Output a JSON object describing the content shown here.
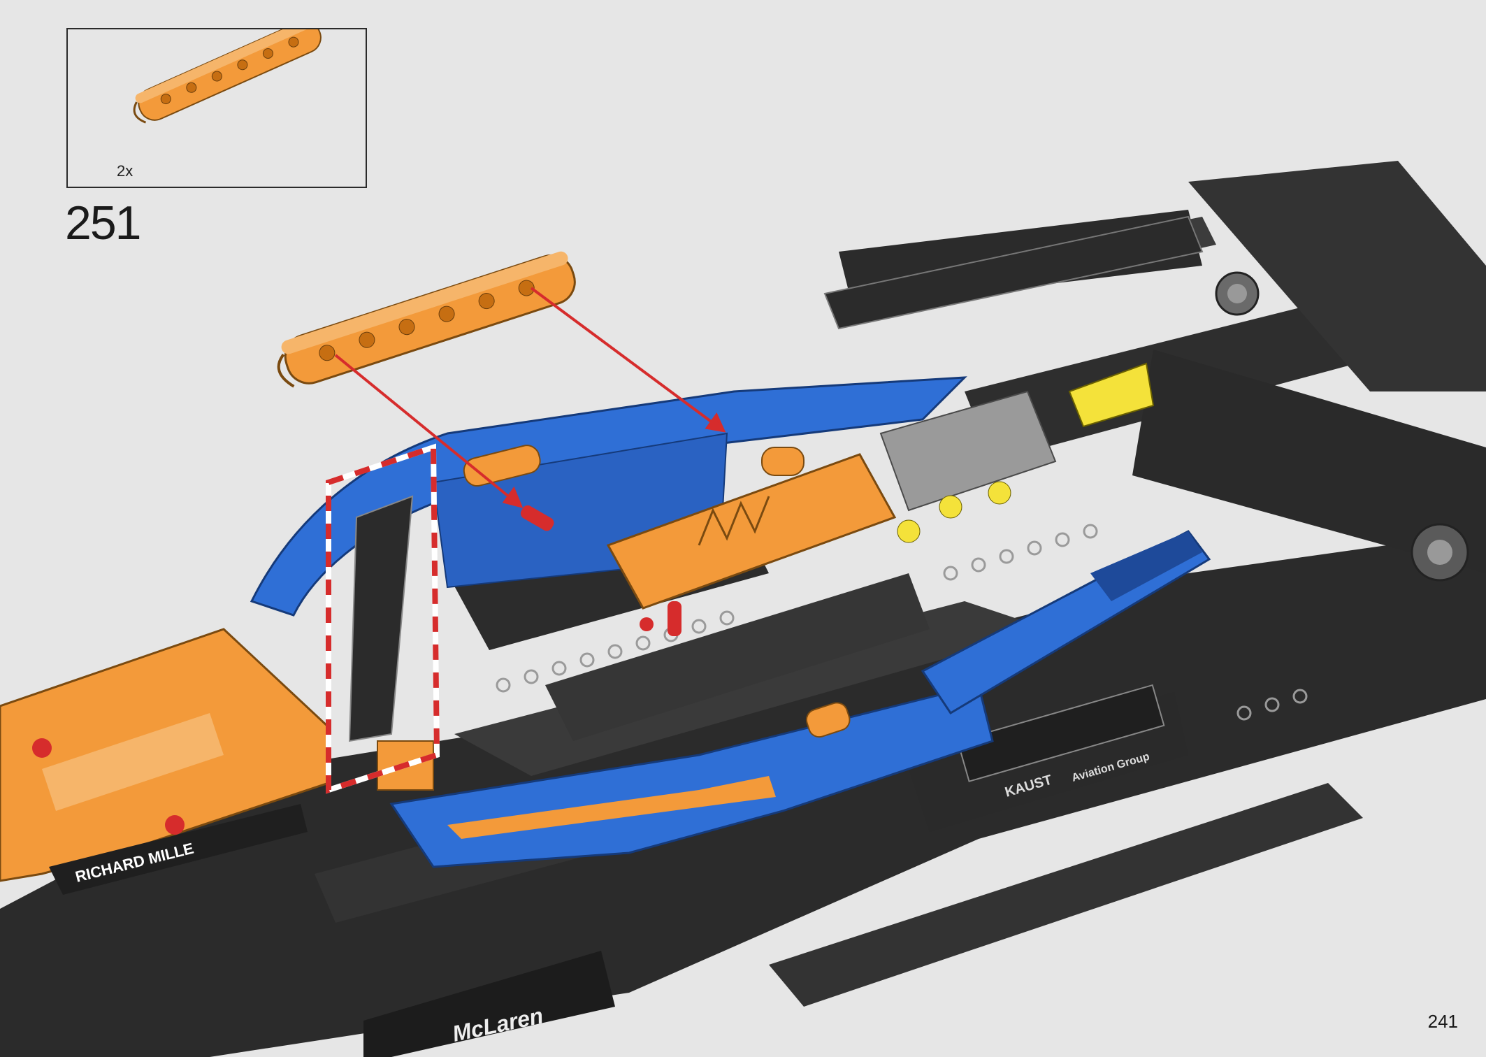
{
  "callout": {
    "quantity": "2x"
  },
  "step": {
    "number": "251"
  },
  "page": {
    "number": "241"
  },
  "decals": {
    "sponsor_left": "RICHARD MILLE",
    "sponsor_kaust": "KAUST",
    "sponsor_aviation": "Aviation Group",
    "brand": "McLaren"
  },
  "icons": [
    "orange-beam-part-icon",
    "assembly-arrow-icon",
    "highlight-frame-icon"
  ],
  "colors": {
    "background": "#e6e6e6",
    "orange": "#f39a3a",
    "blue": "#2f6fd6",
    "black": "#2a2a2a",
    "gray": "#8a8a8a",
    "red_arrow": "#d62c2c",
    "yellow": "#f4e23a"
  }
}
